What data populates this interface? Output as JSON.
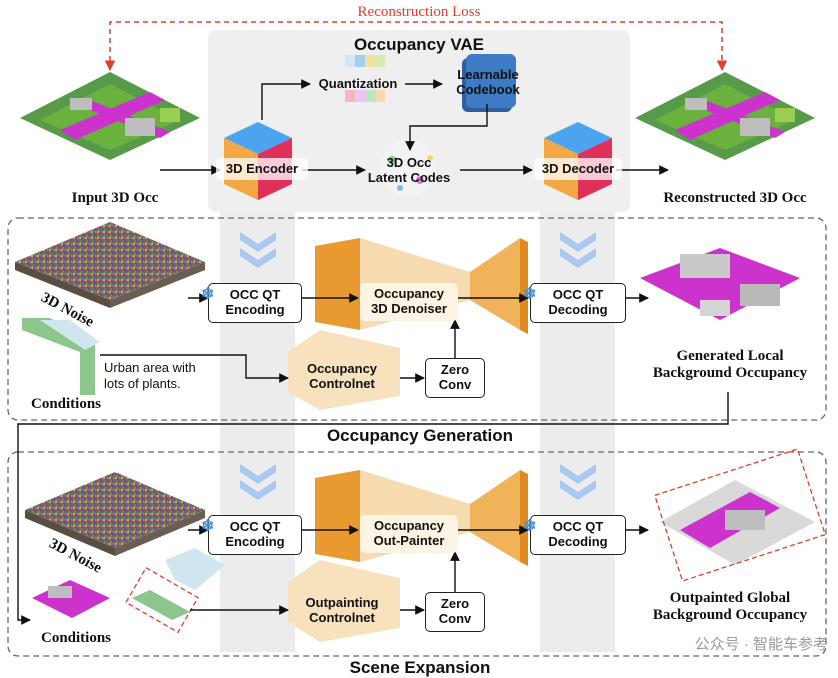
{
  "colors": {
    "loss_red": "#e0402a",
    "vae_panel": "#efefef",
    "orange": "#e89a30",
    "orange_light": "#f5d5a2",
    "magenta": "#cc33cc",
    "blue_chevron": "#a9c9ee"
  },
  "icons": [
    "snowflake-icon",
    "chevron-down-icon",
    "cube-icon",
    "codebook-icon",
    "noise-icon"
  ],
  "vae": {
    "loss_label": "Reconstruction Loss",
    "title": "Occupancy VAE",
    "quantization": "Quantization",
    "codebook": [
      "Learnable",
      "Codebook"
    ],
    "encoder": "3D Encoder",
    "latent": [
      "3D Occ",
      "Latent Codes"
    ],
    "decoder": "3D Decoder",
    "input_label": "Input 3D Occ",
    "output_label": "Reconstructed 3D Occ"
  },
  "generation": {
    "section_title": "Occupancy Generation",
    "noise_label": "3D Noise",
    "conditions_label": "Conditions",
    "condition_text": [
      "Urban area with",
      "lots of  plants."
    ],
    "encoding": [
      "OCC QT",
      "Encoding"
    ],
    "denoiser": [
      "Occupancy",
      "3D Denoiser"
    ],
    "controlnet": [
      "Occupancy",
      "Controlnet"
    ],
    "zero_conv": [
      "Zero",
      "Conv"
    ],
    "decoding": [
      "OCC QT",
      "Decoding"
    ],
    "output_label": [
      "Generated Local",
      "Background Occupancy"
    ]
  },
  "expansion": {
    "section_title": "Scene Expansion",
    "noise_label": "3D Noise",
    "conditions_label": "Conditions",
    "encoding": [
      "OCC QT",
      "Encoding"
    ],
    "painter": [
      "Occupancy",
      "Out-Painter"
    ],
    "controlnet": [
      "Outpainting",
      "Controlnet"
    ],
    "zero_conv": [
      "Zero",
      "Conv"
    ],
    "decoding": [
      "OCC QT",
      "Decoding"
    ],
    "output_label": [
      "Outpainted Global",
      "Background Occupancy"
    ]
  },
  "watermark": "公众号 · 智能车参考"
}
